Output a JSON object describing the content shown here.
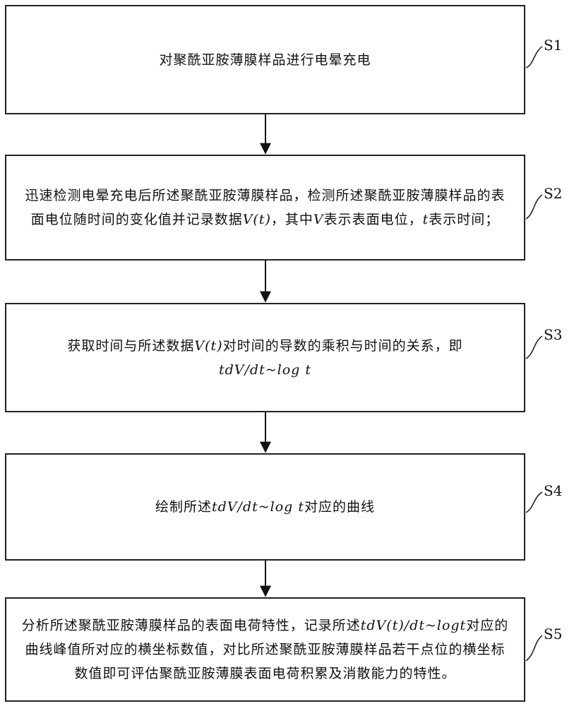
{
  "steps": [
    {
      "id": "S1",
      "label": "S1",
      "parts": [
        {
          "t": "对聚酰亚胺薄膜样品进行电晕充电"
        }
      ]
    },
    {
      "id": "S2",
      "label": "S2",
      "parts": [
        {
          "t": "迅速检测电晕充电后所述聚酰亚胺薄膜样品，检测所述聚酰亚胺薄膜样品的表面电位随时间的变化值并记录数据"
        },
        {
          "t": "V(t)",
          "math": true
        },
        {
          "t": "，其中"
        },
        {
          "t": "V",
          "math": true
        },
        {
          "t": "表示表面电位，"
        },
        {
          "t": "t",
          "math": true
        },
        {
          "t": "表示时间；"
        }
      ]
    },
    {
      "id": "S3",
      "label": "S3",
      "parts": [
        {
          "t": "获取时间与所述数据"
        },
        {
          "t": "V(t)",
          "math": true
        },
        {
          "t": "对时间的导数的乘积与时间的关系，即"
        },
        {
          "t": "tdV/dt~log t",
          "math": true
        }
      ]
    },
    {
      "id": "S4",
      "label": "S4",
      "parts": [
        {
          "t": "绘制所述"
        },
        {
          "t": "tdV/dt~log t",
          "math": true
        },
        {
          "t": "对应的曲线"
        }
      ]
    },
    {
      "id": "S5",
      "label": "S5",
      "parts": [
        {
          "t": "分析所述聚酰亚胺薄膜样品的表面电荷特性，记录所述"
        },
        {
          "t": "tdV(t)/dt~logt",
          "math": true
        },
        {
          "t": "对应的曲线峰值所对应的横坐标数值，对比所述聚酰亚胺薄膜样品若干点位的横坐标数值即可评估聚酰亚胺薄膜表面电荷积累及消散能力的特性。"
        }
      ]
    }
  ]
}
